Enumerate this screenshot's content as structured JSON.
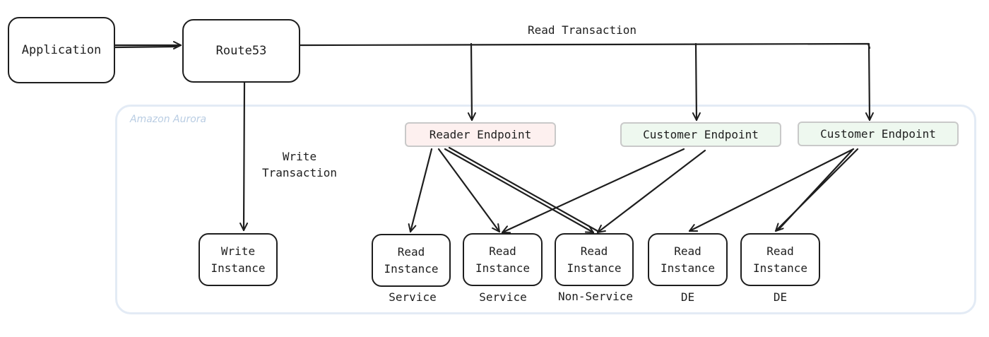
{
  "nodes": {
    "application": "Application",
    "route53": "Route53",
    "reader_endpoint": "Reader Endpoint",
    "customer_endpoint_1": "Customer Endpoint",
    "customer_endpoint_2": "Customer Endpoint",
    "write_instance": "Write\nInstance",
    "read_instance_1": "Read\nInstance",
    "read_instance_2": "Read\nInstance",
    "read_instance_3": "Read\nInstance",
    "read_instance_4": "Read\nInstance",
    "read_instance_5": "Read\nInstance"
  },
  "instance_tags": {
    "tag_1": "Service",
    "tag_2": "Service",
    "tag_3": "Non-Service",
    "tag_4": "DE",
    "tag_5": "DE"
  },
  "labels": {
    "group": "Amazon Aurora",
    "read_transaction": "Read Transaction",
    "write_transaction": "Write\nTransaction"
  },
  "colors": {
    "stroke": "#1e1e1e",
    "reader_fill": "#fdf0ef",
    "customer_fill": "#eef8ef",
    "group_border": "#e3ebf5"
  }
}
